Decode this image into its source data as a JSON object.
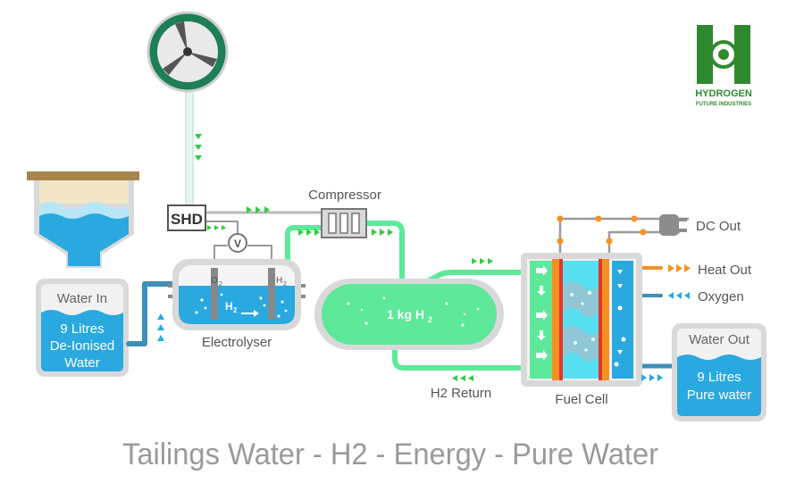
{
  "logo": {
    "name": "HYDROGEN",
    "subtitle": "FUTURE INDUSTRIES"
  },
  "labels": {
    "shd": "SHD",
    "compressor": "Compressor",
    "electrolyser": "Electrolyser",
    "fuel_cell": "Fuel Cell",
    "h2_return": "H2 Return",
    "dc_out": "DC Out",
    "heat_out": "Heat Out",
    "oxygen": "Oxygen",
    "voltmeter": "V"
  },
  "water_in": {
    "title": "Water In",
    "line1": "9 Litres",
    "line2": "De-Ionised",
    "line3": "Water"
  },
  "water_out": {
    "title": "Water Out",
    "line1": "9 Litres",
    "line2": "Pure water"
  },
  "electrolyser_cell": {
    "o2": "O",
    "o2_sub": "2",
    "h2": "H",
    "h2_sub": "2",
    "flow": "H",
    "flow_sub": "2"
  },
  "tank": {
    "label": "1 kg H",
    "label_sub": "2"
  },
  "footer": {
    "caption": "Tailings Water - H2 - Energy - Pure Water"
  },
  "colors": {
    "green_pipe": "#5de89a",
    "blue_pipe": "#3f8fb8",
    "water_blue": "#29a9e0",
    "arrow_green": "#2ecc40",
    "arrow_orange": "#f39220",
    "arrow_blue": "#29a9e0",
    "turbine_green": "#1e7f55",
    "logo_green": "#2f8a2f",
    "grey": "#8c8c8c"
  }
}
